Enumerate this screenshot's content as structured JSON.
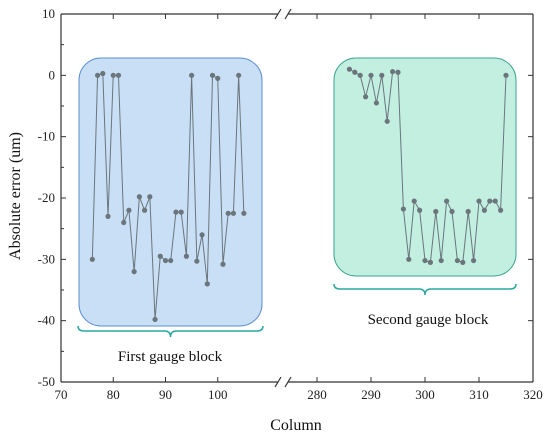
{
  "chart_data": {
    "type": "line",
    "xlabel": "Column",
    "ylabel": "Absolute error (um)",
    "ylim": [
      -50,
      10
    ],
    "yticks": [
      -50,
      -40,
      -30,
      -20,
      -10,
      0,
      10
    ],
    "x_segments": [
      {
        "range": [
          70,
          110
        ],
        "ticks": [
          70,
          80,
          90,
          100
        ]
      },
      {
        "range": [
          275,
          320
        ],
        "ticks": [
          280,
          290,
          300,
          310,
          320
        ]
      }
    ],
    "grid": false,
    "series": [
      {
        "x": [
          76,
          77,
          78,
          79,
          80,
          81,
          82,
          83,
          84,
          85,
          86,
          87,
          88,
          89,
          90,
          91,
          92,
          93,
          94,
          95,
          96,
          97,
          98,
          99,
          100,
          101,
          102,
          103,
          104,
          105
        ],
        "values": [
          -30,
          0,
          0.3,
          -23,
          0,
          0,
          -24,
          -22,
          -32,
          -19.8,
          -22,
          -19.8,
          -39.8,
          -29.5,
          -30.2,
          -30.2,
          -22.3,
          -22.3,
          -29.5,
          0,
          -30.3,
          -26,
          -34,
          0,
          -0.5,
          -30.8,
          -22.5,
          -22.5,
          0,
          -22.5
        ],
        "color": "#6b757c"
      },
      {
        "x": [
          286,
          287,
          288,
          289,
          290,
          291,
          292,
          293,
          294,
          295,
          296,
          297,
          298,
          299,
          300,
          301,
          302,
          303,
          304,
          305,
          306,
          307,
          308,
          309,
          310,
          311,
          312,
          313,
          314,
          315
        ],
        "values": [
          1,
          0.5,
          0,
          -3.5,
          0,
          -4.5,
          0,
          -7.5,
          0.6,
          0.5,
          -21.8,
          -30,
          -20.5,
          -22,
          -30.2,
          -30.5,
          -22.2,
          -30.2,
          -20.5,
          -22.2,
          -30.2,
          -30.5,
          -22.2,
          -30.2,
          -20.5,
          -22,
          -20.5,
          -20.5,
          -22,
          0
        ],
        "color": "#6b757c"
      }
    ],
    "annotations": [
      "First gauge block",
      "Second gauge block"
    ],
    "box_colors": [
      "#c9dff6",
      "#c2efe0"
    ],
    "brace_color": "#2aa8a0"
  }
}
